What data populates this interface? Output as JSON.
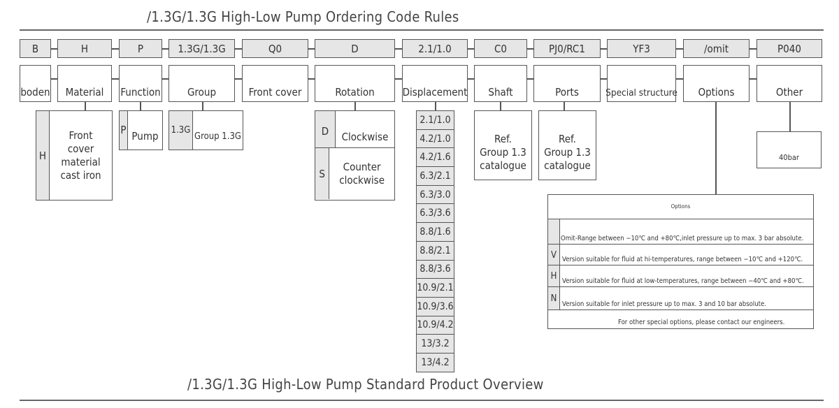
{
  "header": {
    "title": "/1.3G/1.3G High-Low Pump Ordering Code Rules"
  },
  "footer": {
    "title": "/1.3G/1.3G High-Low Pump Standard Product Overview"
  },
  "codes": [
    "B",
    "H",
    "P",
    "1.3G/1.3G",
    "Q0",
    "D",
    "2.1/1.0",
    "C0",
    "PJ0/RC1",
    "YF3",
    "/omit",
    "P040"
  ],
  "labels": [
    "boden",
    "Material",
    "Function",
    "Group",
    "Front cover",
    "Rotation",
    "Displacement",
    "Shaft",
    "Ports",
    "Special structure",
    "Options",
    "Other"
  ],
  "material": {
    "key": "H",
    "desc": "Front cover material cast iron"
  },
  "function": {
    "key": "P",
    "desc": "Pump"
  },
  "group": {
    "key": "1.3G",
    "desc": "Group 1.3G"
  },
  "rotation": [
    {
      "key": "D",
      "desc": "Clockwise"
    },
    {
      "key": "S",
      "desc": "Counter clockwise"
    }
  ],
  "displacement": [
    "2.1/1.0",
    "4.2/1.0",
    "4.2/1.6",
    "6.3/2.1",
    "6.3/3.0",
    "6.3/3.6",
    "8.8/1.6",
    "8.8/2.1",
    "8.8/3.6",
    "10.9/2.1",
    "10.9/3.6",
    "10.9/4.2",
    "13/3.2",
    "13/4.2"
  ],
  "shaft": {
    "desc": "Ref. Group 1.3 catalogue"
  },
  "ports": {
    "desc": "Ref. Group 1.3 catalogue"
  },
  "other": {
    "desc": "40bar"
  },
  "options_table": {
    "title": "Options",
    "rows": [
      {
        "key": "",
        "text": "Omit-Range between −10℃ and +80℃,inlet pressure up to max. 3 bar absolute."
      },
      {
        "key": "V",
        "text": "Version suitable for fluid at hi-temperatures, range between −10℃ and +120℃."
      },
      {
        "key": "H",
        "text": "Version suitable for fluid at low-temperatures, range between −40℃ and +80℃."
      },
      {
        "key": "N",
        "text": "Version suitable for inlet pressure up to max. 3 and 10 bar absolute."
      }
    ],
    "footer": "For other special options, please contact our engineers."
  }
}
